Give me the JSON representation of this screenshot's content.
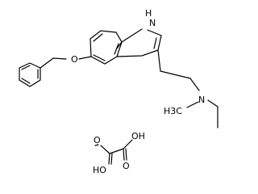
{
  "structure": {
    "atoms": {
      "indole_nh": "H",
      "indole_n": "N",
      "ether_o": "O",
      "amine_n": "N",
      "methyl": "H3C",
      "oxalic_oh_left": "HO",
      "oxalic_oh_right": "OH",
      "oxalic_o_left": "O",
      "oxalic_o_right": "O"
    }
  }
}
